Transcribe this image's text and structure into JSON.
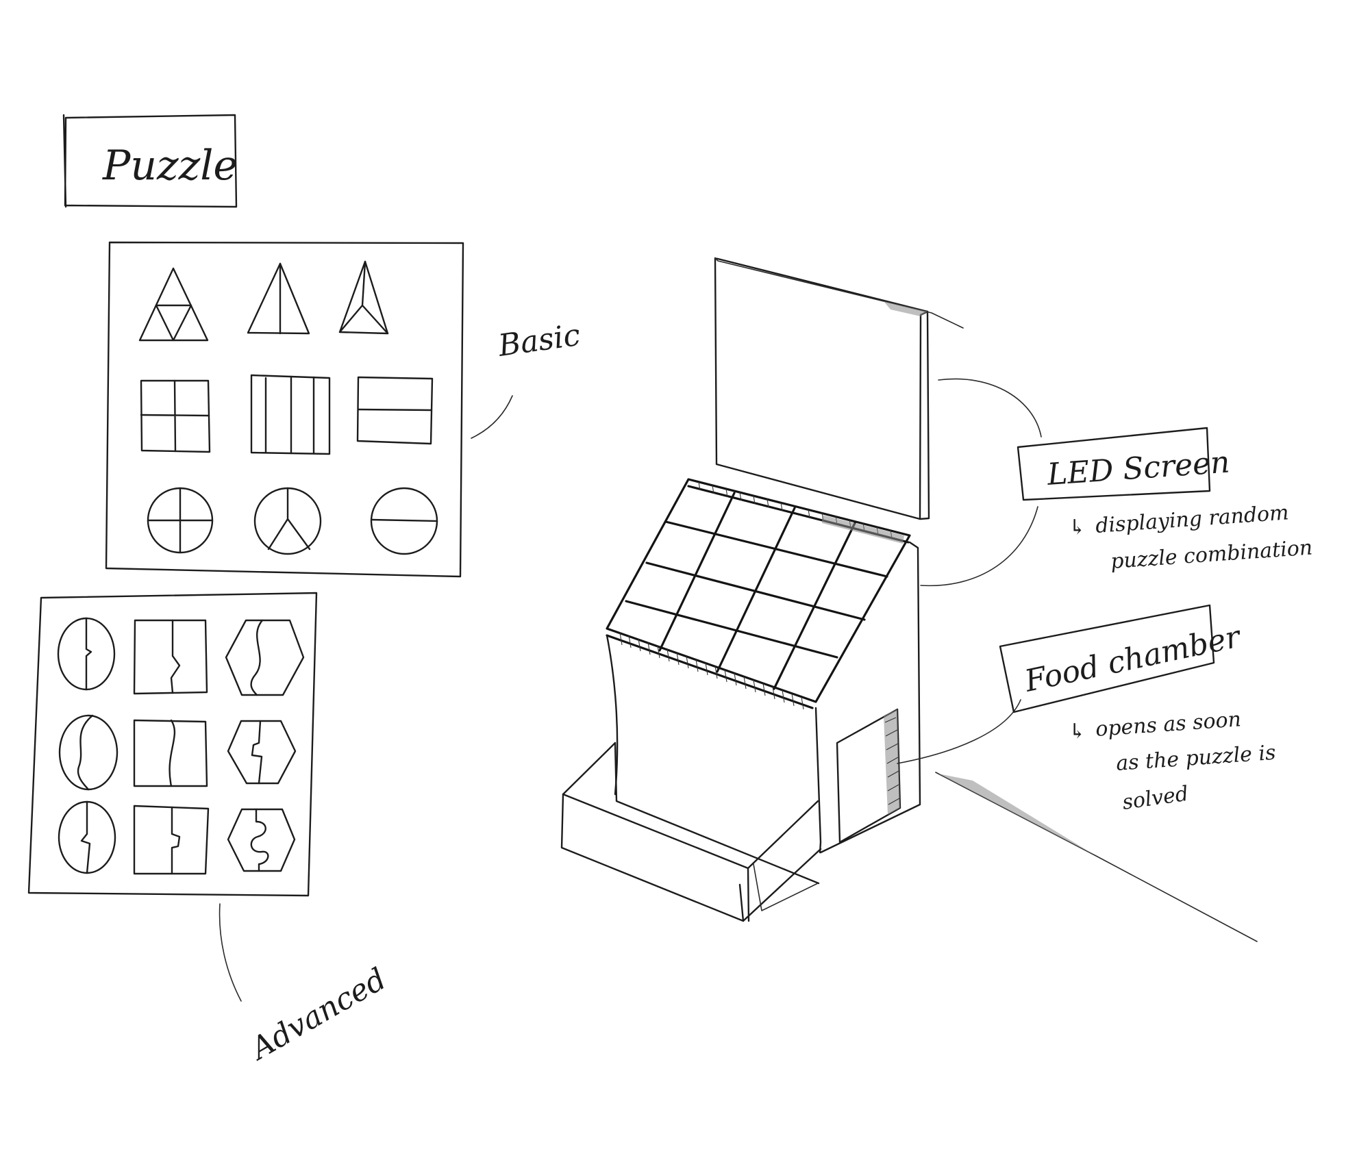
{
  "title": "Puzzle",
  "labels": {
    "basic": "Basic",
    "advanced": "Advanced"
  },
  "callouts": {
    "led_screen": {
      "label": "LED Screen",
      "note_line1": "displaying random",
      "note_line2": "puzzle combination"
    },
    "food_chamber": {
      "label": "Food chamber",
      "note_line1": "opens as soon",
      "note_line2": "as the puzzle is",
      "note_line3": "solved"
    }
  },
  "colors": {
    "ink": "#1c1c1c",
    "paper": "#ffffff",
    "shading": "#8a8a8a"
  },
  "icons": {
    "note_arrow": "return-arrow-icon"
  }
}
